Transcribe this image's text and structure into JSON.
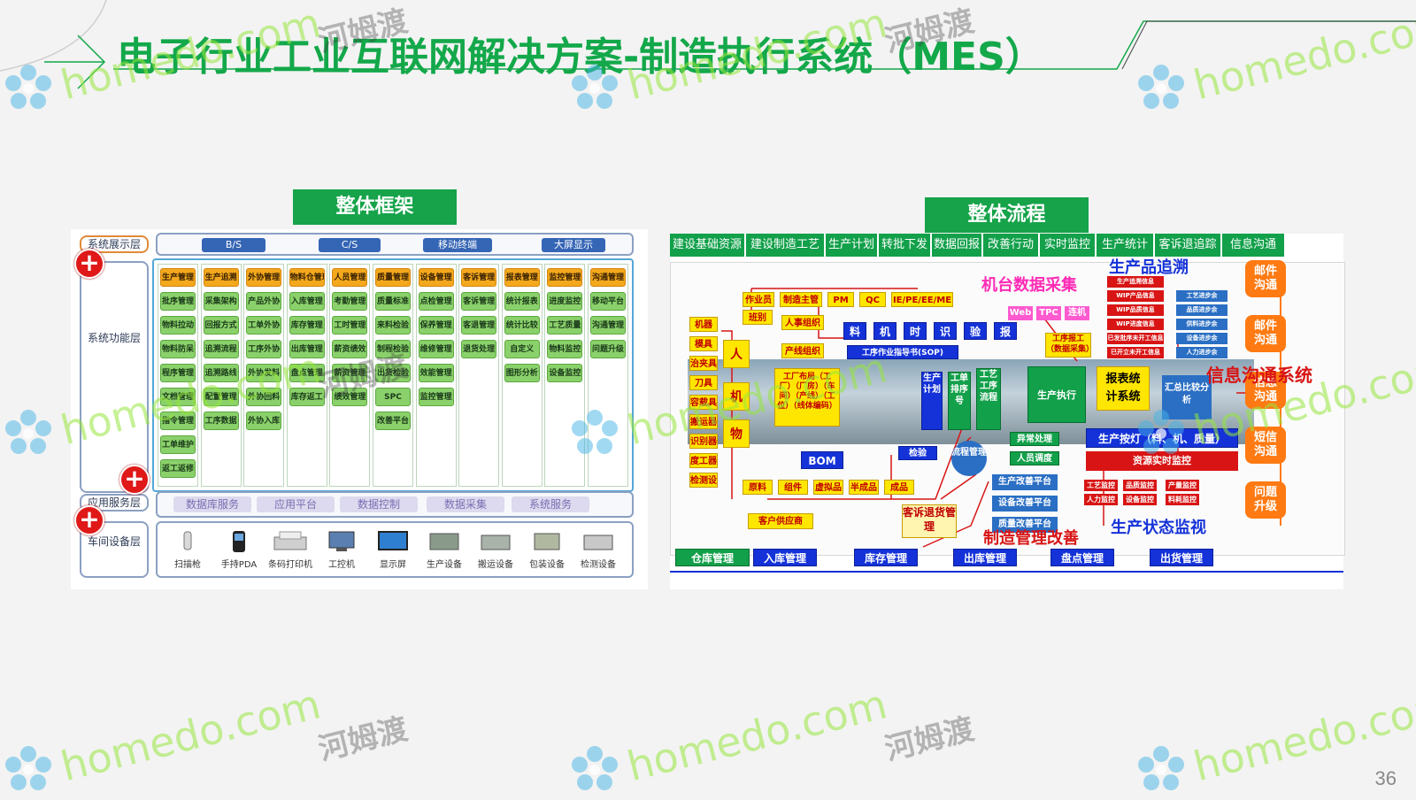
{
  "title": "电子行业工业互联网解决方案-制造执行系统（MES）",
  "slide_number": "36",
  "watermark": {
    "brand": "homedo.com",
    "cn": "河姆渡"
  },
  "colors": {
    "green": "#13a84a",
    "orange": "#f3a81d",
    "light_green": "#8bd16b",
    "red": "#d81414",
    "blue": "#1432d8",
    "yellow": "#ffe600"
  },
  "left": {
    "header": "整体框架",
    "layers": {
      "display": "系统展示层",
      "function": "系统功能层",
      "service": "应用服务层",
      "device": "车间设备层"
    },
    "display_items": [
      "B/S",
      "C/S",
      "移动终端",
      "大屏显示"
    ],
    "columns": [
      [
        "生产管理",
        "批序管理",
        "物料拉动",
        "物料防呆",
        "程序管理",
        "文档管理",
        "指令管理",
        "工单维护",
        "返工返修"
      ],
      [
        "生产追溯",
        "采集架构",
        "回报方式",
        "追溯流程",
        "追溯路线",
        "配置管理",
        "工序数据"
      ],
      [
        "外协管理",
        "产品外协",
        "工单外协",
        "工序外协",
        "外协发料",
        "外协回料",
        "外协入库"
      ],
      [
        "物料仓管理",
        "入库管理",
        "库存管理",
        "出库管理",
        "盘点管理",
        "库存返工"
      ],
      [
        "人员管理",
        "考勤管理",
        "工时管理",
        "薪资绩效",
        "薪资管理",
        "绩效管理"
      ],
      [
        "质量管理",
        "质量标准",
        "来料检验",
        "制程检验",
        "出货检验",
        "SPC",
        "改善平台"
      ],
      [
        "设备管理",
        "点检管理",
        "保养管理",
        "维修管理",
        "效能管理",
        "监控管理"
      ],
      [
        "客诉管理",
        "客诉管理",
        "客退管理",
        "退货处理"
      ],
      [
        "报表管理",
        "统计报表",
        "统计比较",
        "自定义",
        "图形分析"
      ],
      [
        "监控管理",
        "进度监控",
        "工艺质量",
        "物料监控",
        "设备监控"
      ],
      [
        "沟通管理",
        "移动平台",
        "沟通管理",
        "问题升级"
      ]
    ],
    "services": [
      "数据库服务",
      "应用平台",
      "数据控制",
      "数据采集",
      "系统服务"
    ],
    "devices": [
      "扫描枪",
      "手持PDA",
      "条码打印机",
      "工控机",
      "显示屏",
      "生产设备",
      "搬运设备",
      "包装设备",
      "检测设备"
    ]
  },
  "right": {
    "header": "整体流程",
    "tabs": [
      "建设基础资源",
      "建设制造工艺",
      "生产计划",
      "转批下发",
      "数据回报",
      "改善行动",
      "实时监控",
      "生产统计",
      "客诉退追踪",
      "信息沟通"
    ],
    "left_column": [
      "机器",
      "模具",
      "治夹具",
      "刀具",
      "容载具",
      "搬运器",
      "识别器",
      "度工器",
      "检测设"
    ],
    "people_row": [
      "作业员",
      "制造主管",
      "PM",
      "QC",
      "IE/PE/EE/ME"
    ],
    "ren": "人",
    "ji": "机",
    "wu": "物",
    "banbie": "班别",
    "renshi": "人事组织",
    "chanxian": "产线组织",
    "factory": "工厂布局（工厂）（厂房）（车间）（产线）（工位）（线体编码）",
    "collect_boxes": [
      "料",
      "机",
      "时",
      "识",
      "验",
      "报"
    ],
    "sop": "工序作业指导书(SOP)",
    "jitai_label": "机台数据采集",
    "web_boxes": [
      "Web",
      "TPC",
      "连机"
    ],
    "gongxu_baogong": "工序报工（数据采集）",
    "trace_label": "生产品追溯",
    "trace_list_left": [
      "生产追溯信息",
      "WIP产品信息",
      "WIP品质信息",
      "WIP进度信息",
      "已发批序未开工信息",
      "已开立未开工信息"
    ],
    "trace_list_right": [
      "工艺进步余",
      "品质进步余",
      "供料进步余",
      "设备进步余",
      "人力进步余"
    ],
    "info_label": "信息沟通系统",
    "mid_boxes": [
      "生产计划",
      "工单排序号",
      "工艺工序流程",
      "生产执行"
    ],
    "report": "报表统计系统",
    "summary": "汇总比较分析",
    "andon": "生产按灯（料、机、质量）",
    "resource": "资源实时监控",
    "monitor_left": [
      "工艺监控",
      "人力监控"
    ],
    "monitor_mid": [
      "品质监控",
      "设备监控"
    ],
    "monitor_right": [
      "产量监控",
      "料耗监控"
    ],
    "yichang": "异常处理",
    "renyuan": "人员调度",
    "gaishan": [
      "生产改善平台",
      "设备改善平台",
      "质量改善平台"
    ],
    "bom": "BOM",
    "jianyan": "检验",
    "liucheng": "流程管理",
    "materials": [
      "原料",
      "组件",
      "虚拟品",
      "半成品",
      "成品"
    ],
    "supplier": "客户供应商",
    "kesu": "客诉退货管理",
    "zhizao": "制造管理改善",
    "status": "生产状态监视",
    "orange_right": [
      "邮件沟通",
      "邮件沟通",
      "信息沟通",
      "短信沟通",
      "问题升级"
    ],
    "bottom": [
      "仓库管理",
      "入库管理",
      "库存管理",
      "出库管理",
      "盘点管理",
      "出货管理"
    ]
  }
}
